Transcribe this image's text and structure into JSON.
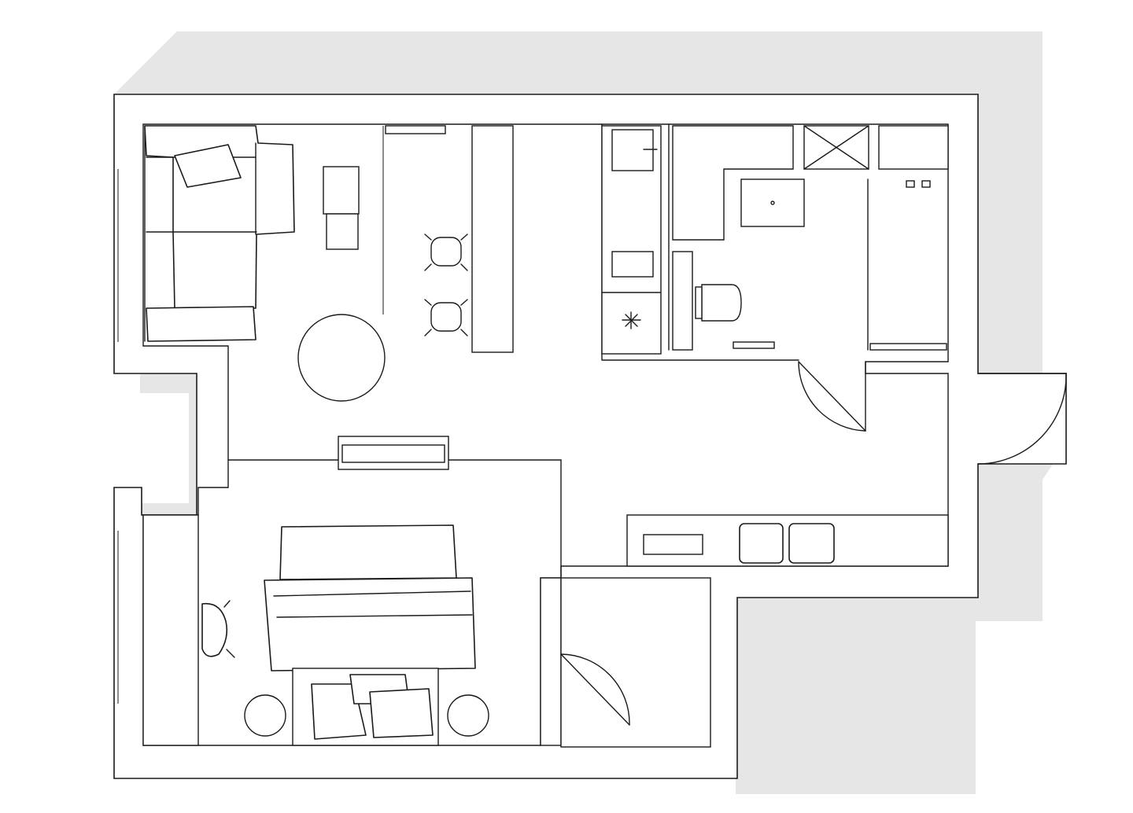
{
  "drawing": {
    "kind": "floor plan",
    "rooms": [
      "living-kitchen",
      "bedroom",
      "bathroom",
      "hallway",
      "storage"
    ]
  },
  "colors": {
    "background": "#ffffff",
    "shadow": "#e6e6e6",
    "line": "#1a1a1a",
    "wall_fill": "#ffffff"
  }
}
